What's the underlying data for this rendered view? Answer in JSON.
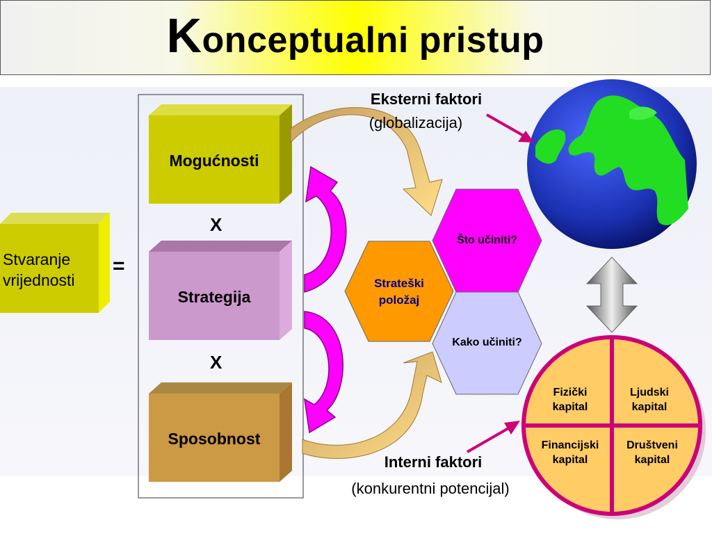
{
  "title": {
    "first_letter": "K",
    "rest": "onceptualni pristup"
  },
  "left_box": {
    "line1": "Stvaranje",
    "line2": "vrijednosti"
  },
  "equals_sign": "=",
  "multiply_sign_1": "X",
  "multiply_sign_2": "X",
  "factors": {
    "opportunities": "Mogućnosti",
    "strategy": "Strategija",
    "capability": "Sposobnost"
  },
  "external": {
    "label": "Eksterni faktori",
    "sub": "(globalizacija)"
  },
  "internal": {
    "label": "Interni faktori",
    "sub": "(konkurentni potencijal)"
  },
  "hexagons": {
    "what": "Što učiniti?",
    "position_line1": "Strateški",
    "position_line2": "položaj",
    "how": "Kako učiniti?"
  },
  "capital": {
    "physical_line1": "Fizički",
    "physical_line2": "kapital",
    "human_line1": "Ljudski",
    "human_line2": "kapital",
    "financial_line1": "Financijski",
    "financial_line2": "kapital",
    "social_line1": "Društveni",
    "social_line2": "kapital"
  },
  "colors": {
    "olive": "#cccc00",
    "lilac": "#cc99cc",
    "tan": "#cc9944",
    "magenta": "#ff00ff",
    "orange": "#ff9900",
    "lavender": "#ccccff",
    "capital_fill": "#ffcc66",
    "capital_border": "#cc0077",
    "ocean": "#1a2fb0",
    "land": "#22dd22"
  }
}
